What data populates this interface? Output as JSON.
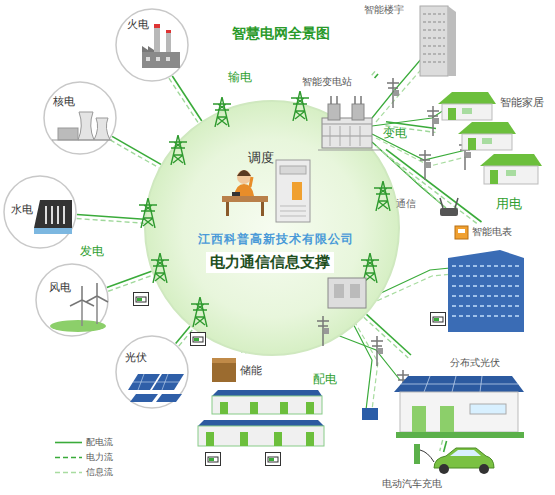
{
  "diagram": {
    "title": "智慧电网全景图",
    "nodes": [
      {
        "text": [
          "火电"
        ]
      },
      {
        "text": [
          "智能楼宇"
        ]
      },
      {
        "text": [
          "智能变电站"
        ]
      },
      {
        "text": [
          "核电"
        ]
      },
      {
        "text": [
          "智能家居"
        ]
      },
      {
        "text": [
          "调度",
          "电力通信信息支撑"
        ]
      },
      {
        "text": [
          "水电"
        ]
      },
      {
        "text": [
          "智能电表"
        ]
      },
      {
        "text": [
          "风电"
        ]
      },
      {
        "text": [
          "光伏"
        ]
      },
      {
        "text": [
          "储能"
        ]
      },
      {
        "text": [
          "分布式光伏"
        ]
      },
      {
        "text": [
          "电动汽车充电"
        ]
      }
    ],
    "edges": [
      {
        "from": 0,
        "to": 5,
        "arrow": "none"
      },
      {
        "from": 3,
        "to": 5,
        "arrow": "none"
      },
      {
        "from": 6,
        "to": 5,
        "arrow": "none"
      },
      {
        "from": 8,
        "to": 5,
        "arrow": "none"
      },
      {
        "from": 9,
        "to": 5,
        "arrow": "none"
      },
      {
        "from": 5,
        "to": 2,
        "arrow": "none"
      },
      {
        "from": 2,
        "to": 1,
        "arrow": "none"
      },
      {
        "from": 2,
        "to": 4,
        "arrow": "none"
      },
      {
        "from": 2,
        "to": 7,
        "arrow": "none"
      },
      {
        "from": 5,
        "to": 10,
        "arrow": "none"
      },
      {
        "from": 5,
        "to": 11,
        "arrow": "none"
      },
      {
        "from": 11,
        "to": 12,
        "arrow": "none"
      }
    ],
    "labels": [
      "输电",
      "变电",
      "通信",
      "用电",
      "发电",
      "江西科普高新技术有限公司",
      "配电"
    ],
    "legend": [
      {
        "text": "配电流"
      },
      {
        "text": "电力流"
      },
      {
        "text": "信息流"
      }
    ]
  }
}
